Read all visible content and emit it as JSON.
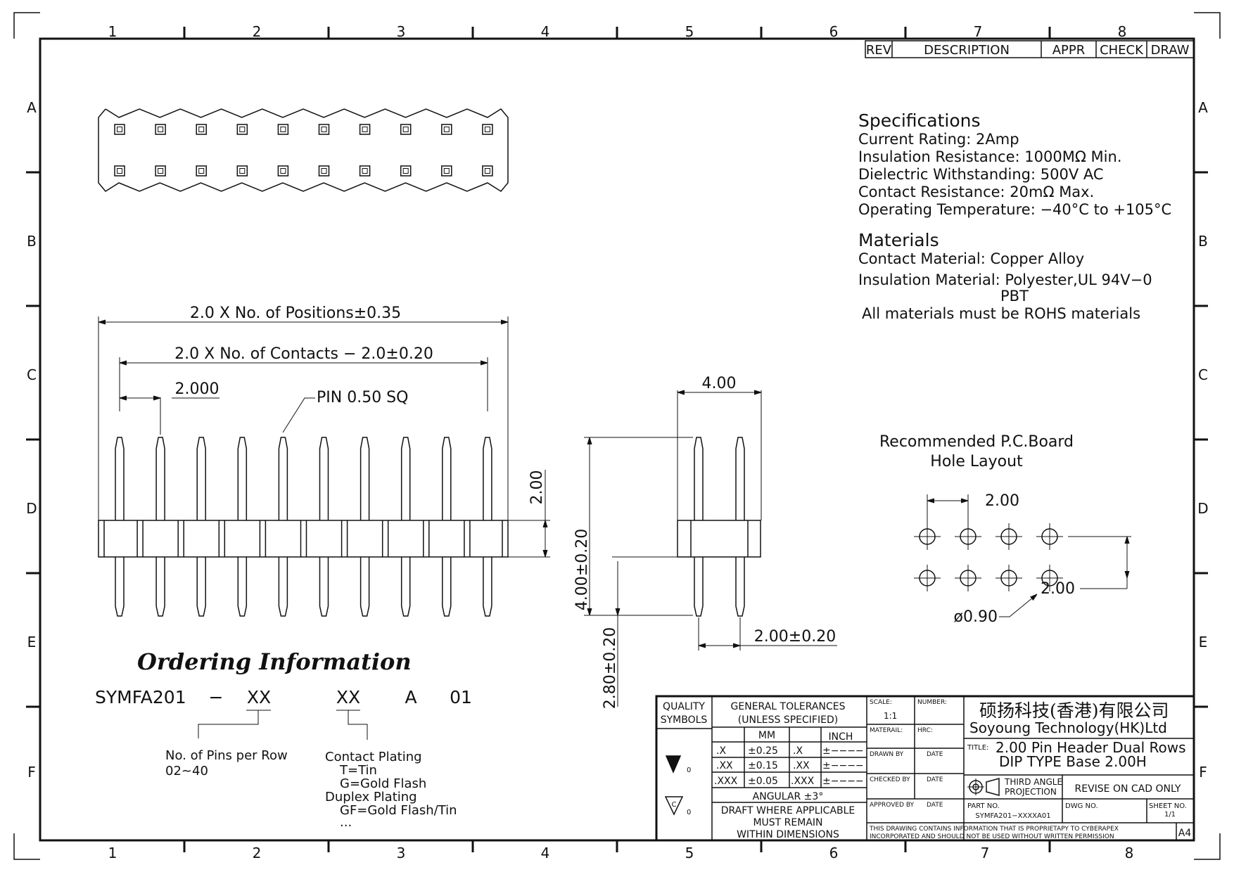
{
  "frame": {
    "columns": [
      "1",
      "2",
      "3",
      "4",
      "5",
      "6",
      "7",
      "8"
    ],
    "rows": [
      "A",
      "B",
      "C",
      "D",
      "E",
      "F"
    ]
  },
  "revision_table": {
    "headers": [
      "REV",
      "DESCRIPTION",
      "APPR",
      "CHECK",
      "DRAW"
    ]
  },
  "specifications": {
    "title": "Specifications",
    "lines": [
      "Current Rating:   2Amp",
      "Insulation Resistance:  1000MΩ Min.",
      "Dielectric Withstanding:   500V AC",
      "Contact Resistance:   20mΩ Max.",
      "Operating Temperature: −40°C  to  +105°C"
    ]
  },
  "materials": {
    "title": "Materials",
    "lines": [
      "Contact Material:  Copper Alloy",
      "Insulation Material:  Polyester,UL 94V−0",
      "PBT",
      "All materials must be ROHS materials"
    ]
  },
  "front_view": {
    "dim_positions": "2.0 X No. of Positions±0.35",
    "dim_contacts": "2.0 X No. of Contacts − 2.0±0.20",
    "dim_pitch": "2.000",
    "pin_label": "PIN 0.50 SQ",
    "dim_height": "2.00"
  },
  "side_view": {
    "dim_width": "4.00",
    "dim_top": "4.00±0.20",
    "dim_bottom": "2.80±0.20",
    "dim_row": "2.00±0.20"
  },
  "pcb_layout": {
    "title_line1": "Recommended P.C.Board",
    "title_line2": "Hole Layout",
    "dim_pitch": "2.00",
    "dim_row": "2.00",
    "hole": "ø0.90"
  },
  "ordering": {
    "title": "Ordering Information",
    "code": [
      "SYMFA201",
      "−",
      "XX",
      "XX",
      "A",
      "01"
    ],
    "pins_label": "No. of Pins per Row",
    "pins_range": "02~40",
    "plating_lines": [
      "Contact Plating",
      "T=Tin",
      "G=Gold Flash",
      "Duplex Plating",
      "GF=Gold Flash/Tin",
      "..."
    ]
  },
  "title_block": {
    "quality": "QUALITY",
    "symbols": "SYMBOLS",
    "sym_val": "0",
    "tol_title": "GENERAL TOLERANCES",
    "tol_sub": "(UNLESS SPECIFIED)",
    "mm": "MM",
    "inch": "INCH",
    "tol_rows": [
      {
        "k": ".X",
        "v": "±0.25",
        "i": ".X"
      },
      {
        "k": ".XX",
        "v": "±0.15",
        "i": ".XX"
      },
      {
        "k": ".XXX",
        "v": "±0.05",
        "i": ".XXX"
      }
    ],
    "inch_blank": "±−−−−",
    "angular": "ANGULAR ±3°",
    "draft1": "DRAFT WHERE APPLICABLE",
    "draft2": "MUST REMAIN",
    "draft3": "WITHIN DIMENSIONS",
    "scale_label": "SCALE:",
    "scale_val": "1:1",
    "number_label": "NUMBER:",
    "material_label": "MATERAIL:",
    "hrc_label": "HRC:",
    "drawn_by": "DRAWN BY",
    "checked_by": "CHECKED BY",
    "approved_by": "APPROVED BY",
    "date": "DATE",
    "company_cn": "硕扬科技(香港)有限公司",
    "company_en": "Soyoung Technology(HK)Ltd",
    "title_label": "TITLE:",
    "title_line1": "2.00 Pin Header Dual Rows",
    "title_line2": "DIP TYPE Base 2.00H",
    "projection1": "THIRD ANGLE",
    "projection2": "PROJECTION",
    "revise": "REVISE ON CAD ONLY",
    "part_no_label": "PART NO.",
    "part_no": "SYMFA201−XXXXA01",
    "dwg_no_label": "DWG NO.",
    "sheet_no_label": "SHEET NO.",
    "sheet_no": "1/1",
    "notice1": "THIS DRAWING CONTAINS INFORMATION THAT IS PROPRIETAPY TO CYBERAPEX",
    "notice2": "INCORPORATED AND SHOULD NOT BE USED WITHOUT WRITTEN PERMISSION",
    "size": "A4"
  }
}
